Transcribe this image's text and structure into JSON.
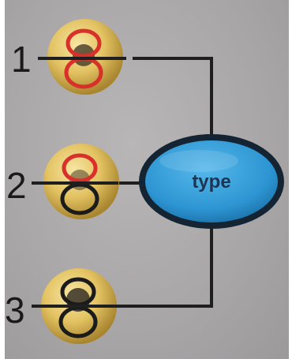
{
  "indicators": [
    {
      "number": "1",
      "top_loop": "red",
      "bottom_loop": "red"
    },
    {
      "number": "2",
      "top_loop": "red",
      "bottom_loop": "black"
    },
    {
      "number": "3",
      "top_loop": "black",
      "bottom_loop": "black"
    }
  ],
  "button": {
    "label": "type",
    "color": "#2f9bd6"
  },
  "colors": {
    "panel": "#aaa7a9",
    "lens": "#e6c66a",
    "red": "#d8302a",
    "black": "#1b1b1b",
    "line": "#1f1f1f"
  }
}
